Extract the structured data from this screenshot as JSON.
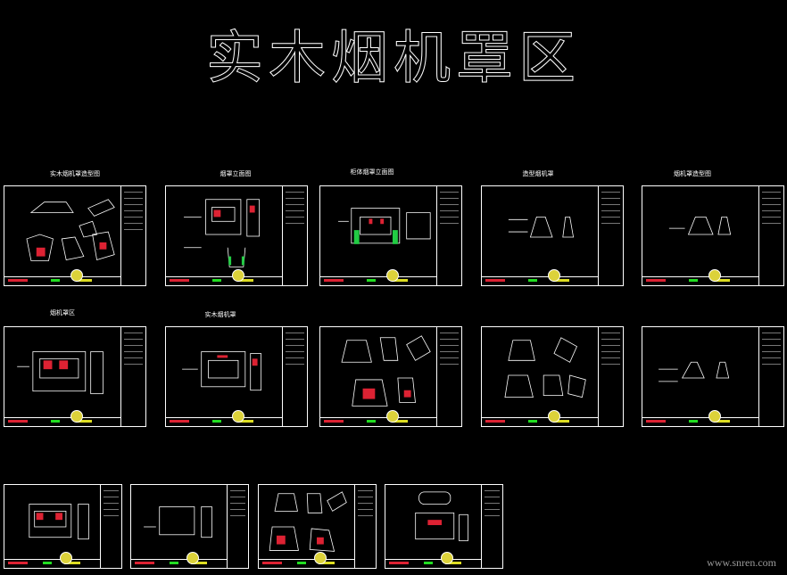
{
  "page": {
    "title": "实木烟机罩区",
    "watermark": "www.snren.com"
  },
  "sheet_labels": [
    "实木烟机罩造型图",
    "烟罩立面图",
    "柜体烟罩立面图",
    "造型烟机罩",
    "烟机罩造型图",
    "烟机罩区",
    "实木烟机罩"
  ],
  "colors": {
    "background": "#000000",
    "lines": "#ffffff",
    "accent_red": "#dd2233",
    "accent_green": "#22cc44",
    "accent_yellow": "#dcd23a"
  }
}
